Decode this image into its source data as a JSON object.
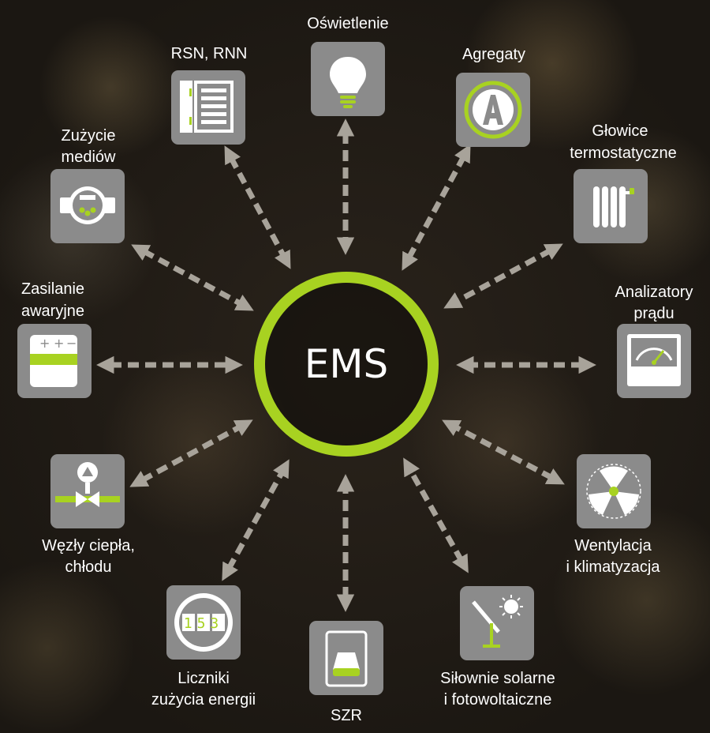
{
  "center": {
    "label": "EMS"
  },
  "colors": {
    "accent": "#a8d221",
    "tile": "#8b8b8b",
    "arrow": "#a8a39a",
    "text": "#ffffff"
  },
  "nodes": [
    {
      "id": "oswietlenie",
      "lines": [
        "Oświetlenie"
      ],
      "icon": "lightbulb-icon"
    },
    {
      "id": "agregaty",
      "lines": [
        "Agregaty"
      ],
      "icon": "generator-a-icon"
    },
    {
      "id": "glowice",
      "lines": [
        "Głowice",
        "termostatyczne"
      ],
      "icon": "radiator-icon"
    },
    {
      "id": "analizatory",
      "lines": [
        "Analizatory",
        "prądu"
      ],
      "icon": "power-analyzer-icon"
    },
    {
      "id": "wentylacja",
      "lines": [
        "Wentylacja",
        "i klimatyzacja"
      ],
      "icon": "fan-icon"
    },
    {
      "id": "silownie",
      "lines": [
        "Siłownie solarne",
        "i fotowoltaiczne"
      ],
      "icon": "solar-panel-icon"
    },
    {
      "id": "szr",
      "lines": [
        "SZR"
      ],
      "icon": "switch-icon"
    },
    {
      "id": "liczniki",
      "lines": [
        "Liczniki",
        "zużycia energii"
      ],
      "icon": "energy-meter-icon",
      "digits": "153"
    },
    {
      "id": "wezly",
      "lines": [
        "Węzły ciepła,",
        "chłodu"
      ],
      "icon": "valve-icon"
    },
    {
      "id": "zasilanie",
      "lines": [
        "Zasilanie",
        "awaryjne"
      ],
      "icon": "battery-icon"
    },
    {
      "id": "zuzycie",
      "lines": [
        "Zużycie",
        "mediów"
      ],
      "icon": "water-meter-icon"
    },
    {
      "id": "rsn",
      "lines": [
        "RSN, RNN"
      ],
      "icon": "switchboard-icon"
    }
  ]
}
